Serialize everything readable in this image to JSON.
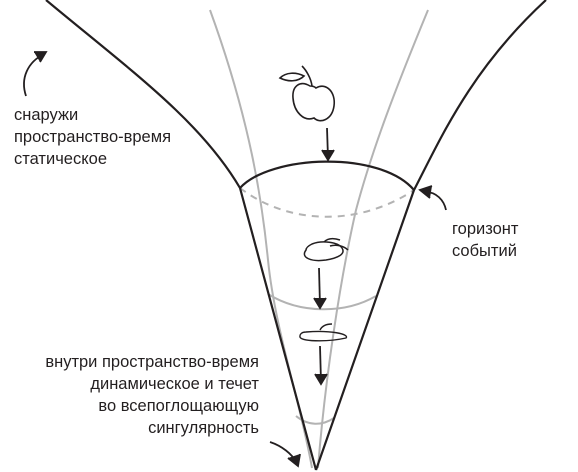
{
  "labels": {
    "outside": {
      "lines": [
        "снаружи",
        "пространство-время",
        "статическое"
      ]
    },
    "horizon": {
      "lines": [
        "горизонт",
        "событий"
      ]
    },
    "inside": {
      "lines": [
        "внутри пространство-время",
        "динамическое и течет",
        "во всепоглощающую",
        "сингулярность"
      ]
    }
  },
  "colors": {
    "ink": "#231f20",
    "light_cone": "#b3b3b3"
  },
  "icons": [
    "apple-icon",
    "stretched-apple-icon",
    "spaghettified-apple-icon"
  ]
}
